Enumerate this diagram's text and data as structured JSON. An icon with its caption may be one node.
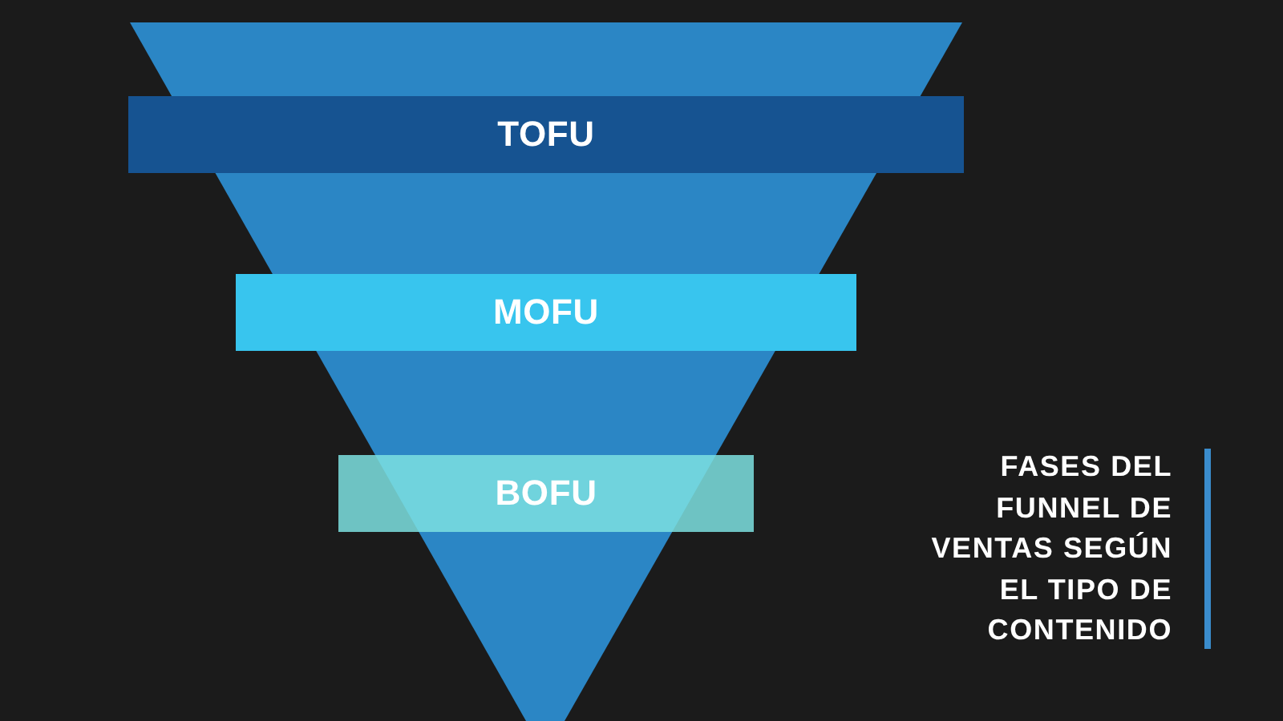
{
  "diagram": {
    "title": "FASES DEL FUNNEL DE VENTAS SEGÚN EL TIPO DE CONTENIDO",
    "nodes": [
      {
        "text": [
          "TOFU"
        ]
      },
      {
        "text": [
          "MOFU"
        ]
      },
      {
        "text": [
          "BOFU"
        ]
      }
    ]
  }
}
